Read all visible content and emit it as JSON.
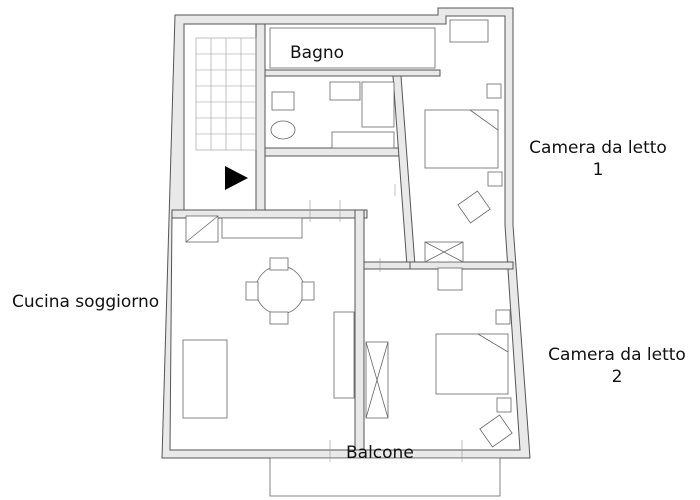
{
  "rooms": {
    "bathroom": "Bagno",
    "bedroom1_line1": "Camera da letto",
    "bedroom1_line2": "1",
    "living": "Cucina soggiorno",
    "bedroom2_line1": "Camera da letto",
    "bedroom2_line2": "2",
    "balcony": "Balcone"
  },
  "icons": {
    "entrance": "entrance-arrow-icon"
  },
  "colors": {
    "wall_fill": "#e9e9e9",
    "line": "#666666",
    "text": "#111111"
  }
}
